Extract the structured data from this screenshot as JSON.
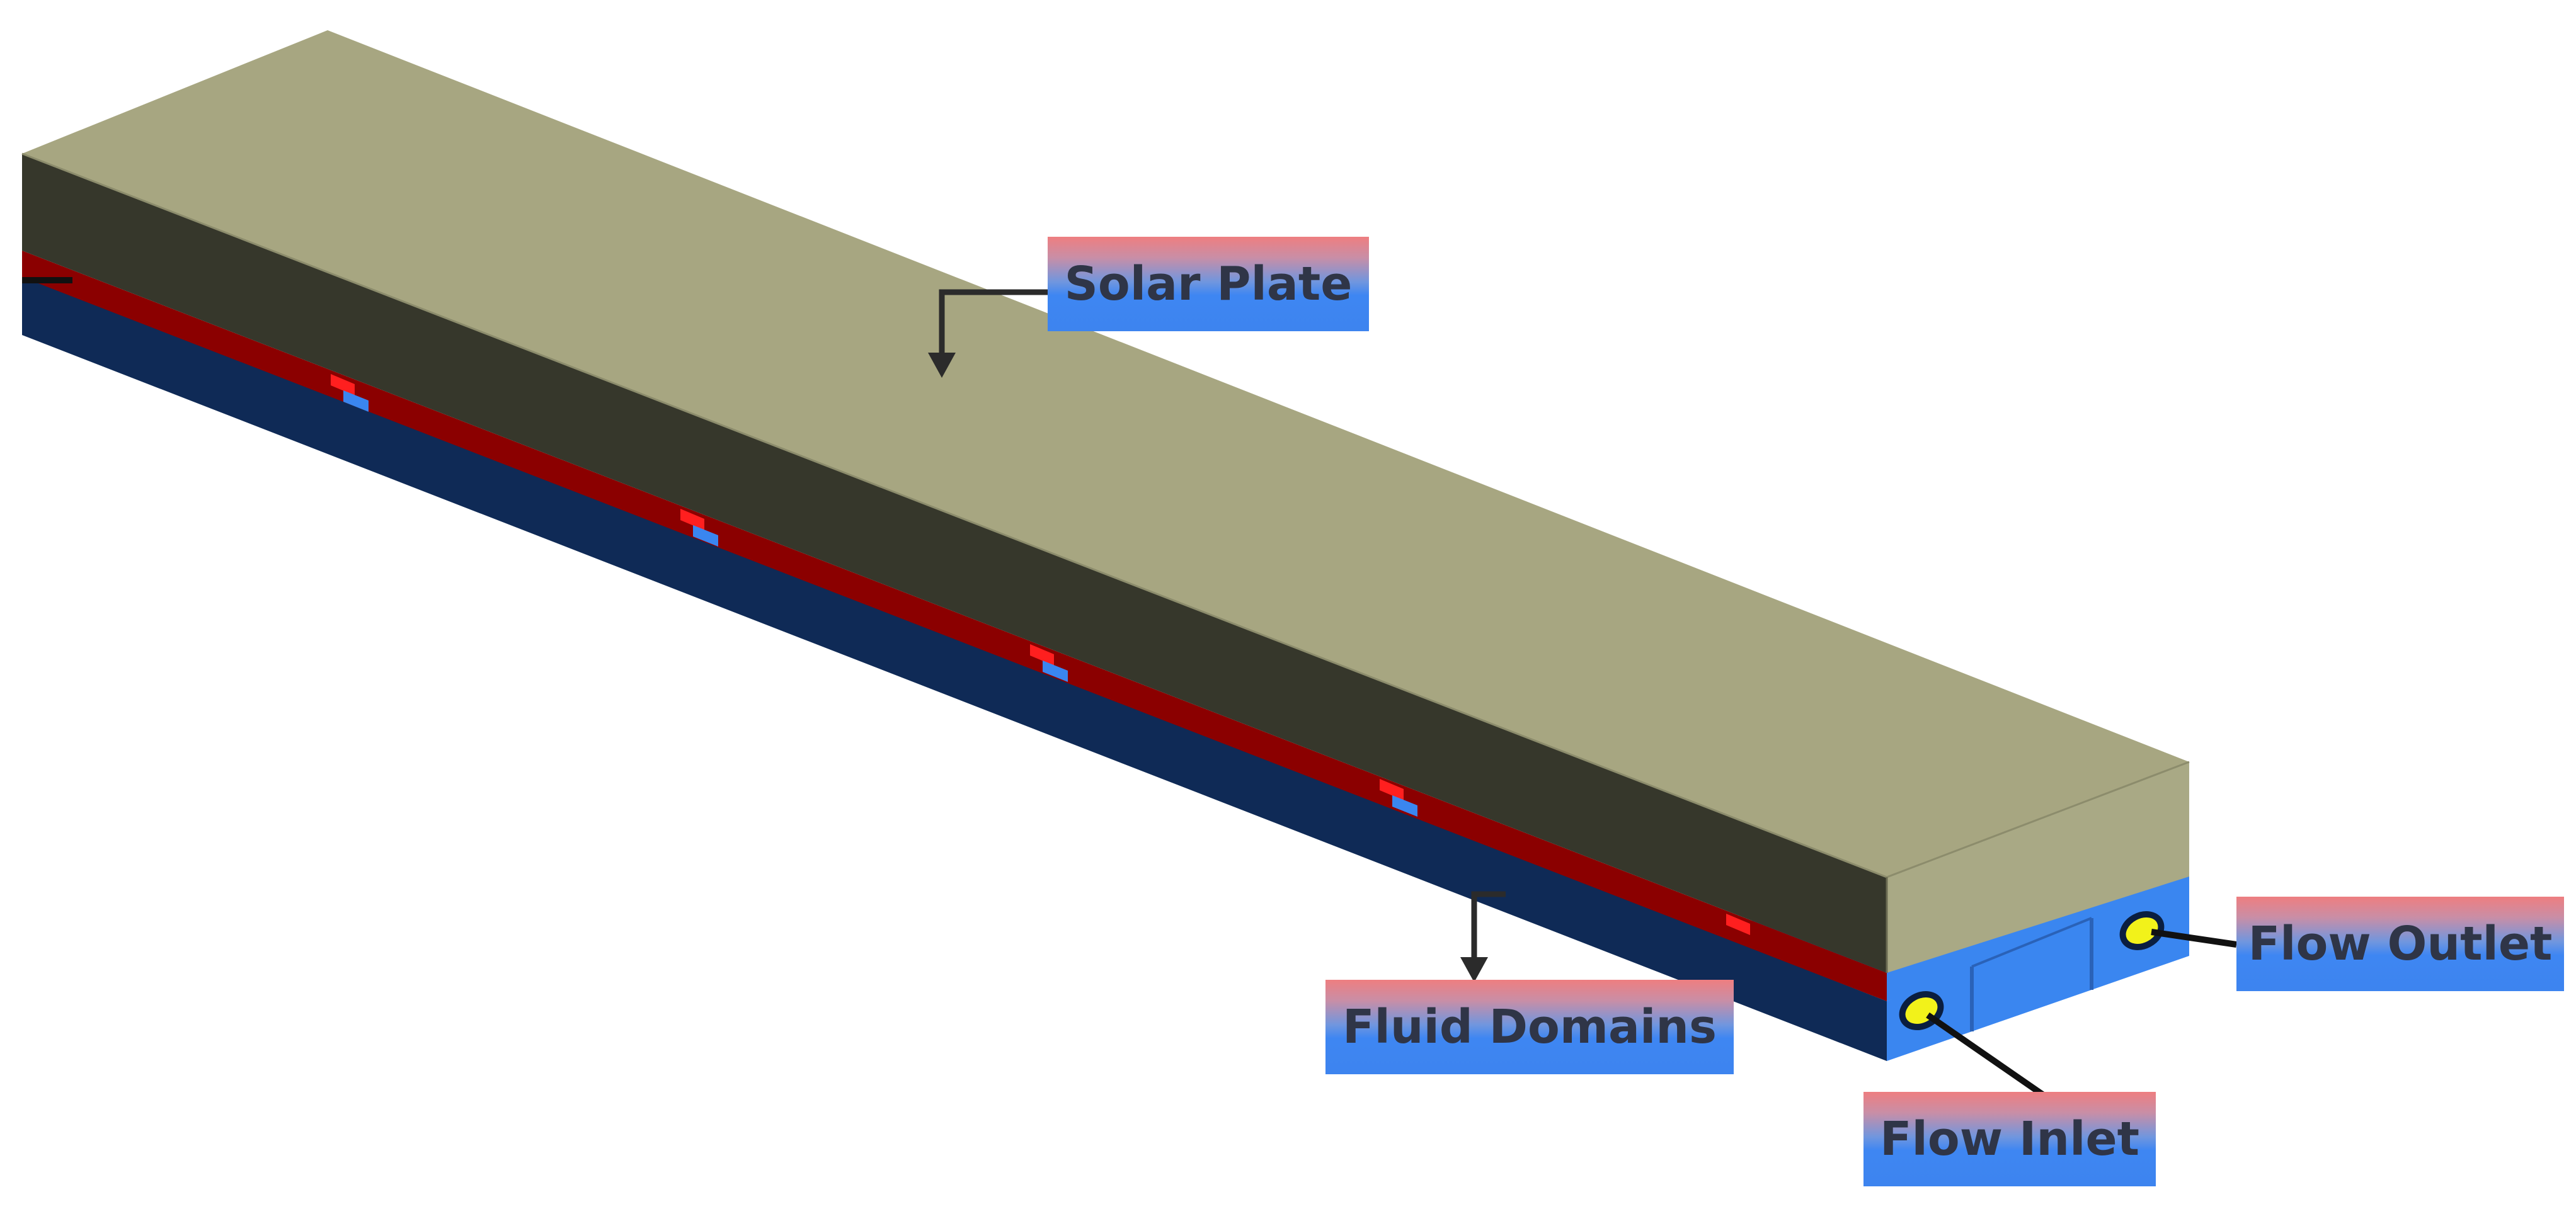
{
  "labels": {
    "solar_plate": "Solar Plate",
    "fluid_domains": "Fluid Domains",
    "flow_outlet": "Flow Outlet",
    "flow_inlet": "Flow Inlet"
  },
  "colors": {
    "plate_top": "#a7a681",
    "plate_side": "#36372b",
    "absorber_channel": "#8b0000",
    "fluid_base_side": "#0f2a56",
    "fluid_base_end": "#3a86f0",
    "port": "#f2f21a",
    "marker_red": "#ff1f1f",
    "marker_blue": "#3a86f0",
    "leader_line": "#000000"
  }
}
